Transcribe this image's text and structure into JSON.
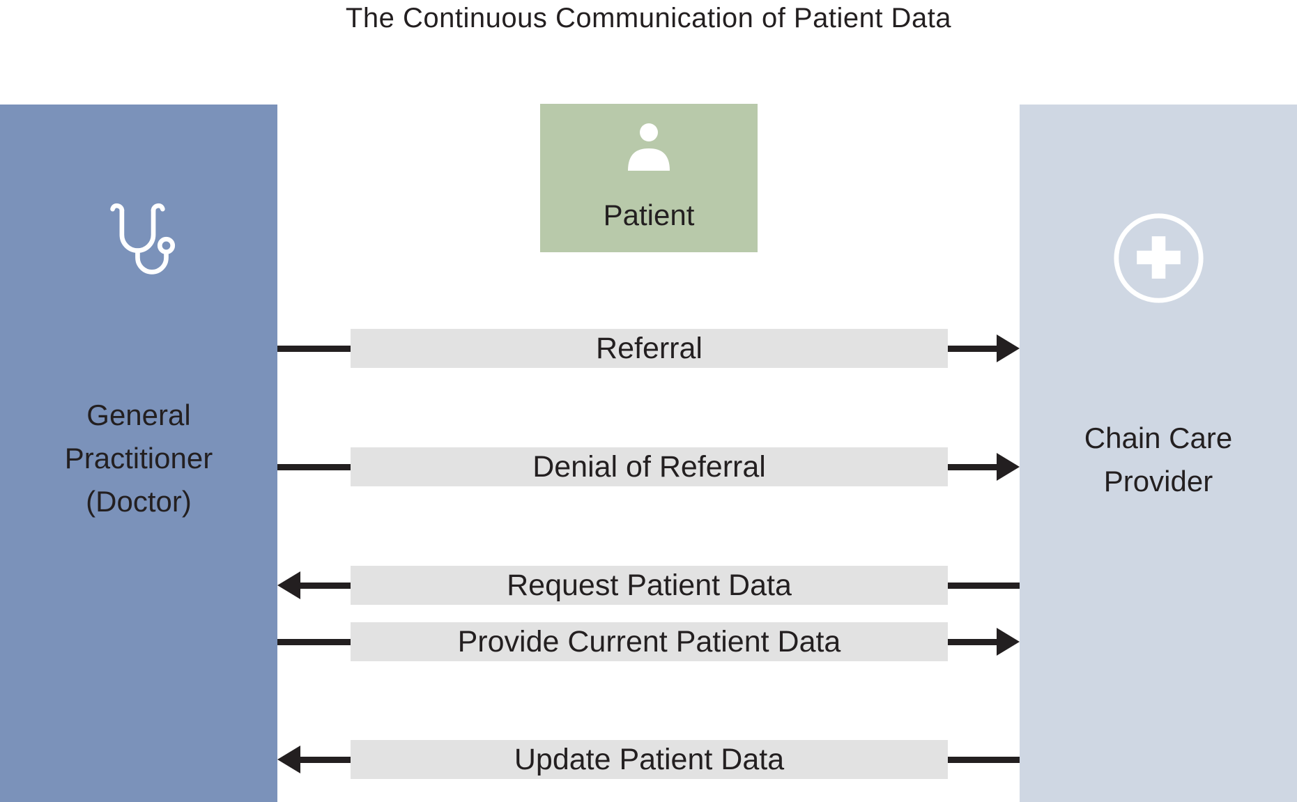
{
  "title": "The Continuous Communication of Patient Data",
  "diagram": {
    "left_actor": {
      "name": "General Practitioner (Doctor)",
      "lines": [
        "General",
        "Practitioner",
        "(Doctor)"
      ],
      "icon": "stethoscope-icon",
      "color": "#7b92ba"
    },
    "top_actor": {
      "name": "Patient",
      "icon": "person-icon",
      "color": "#b8c9aa"
    },
    "right_actor": {
      "name": "Chain Care Provider",
      "lines": [
        "Chain Care",
        "Provider"
      ],
      "icon": "medical-cross-icon",
      "color": "#cfd7e3"
    },
    "messages": [
      {
        "label": "Referral",
        "direction": "right"
      },
      {
        "label": "Denial of Referral",
        "direction": "right"
      },
      {
        "label": "Request Patient Data",
        "direction": "left"
      },
      {
        "label": "Provide Current Patient Data",
        "direction": "right"
      },
      {
        "label": "Update Patient Data",
        "direction": "left"
      }
    ],
    "colors": {
      "label_box": "#e2e2e2",
      "arrow": "#231f20",
      "text": "#231f20",
      "background": "#ffffff"
    }
  }
}
